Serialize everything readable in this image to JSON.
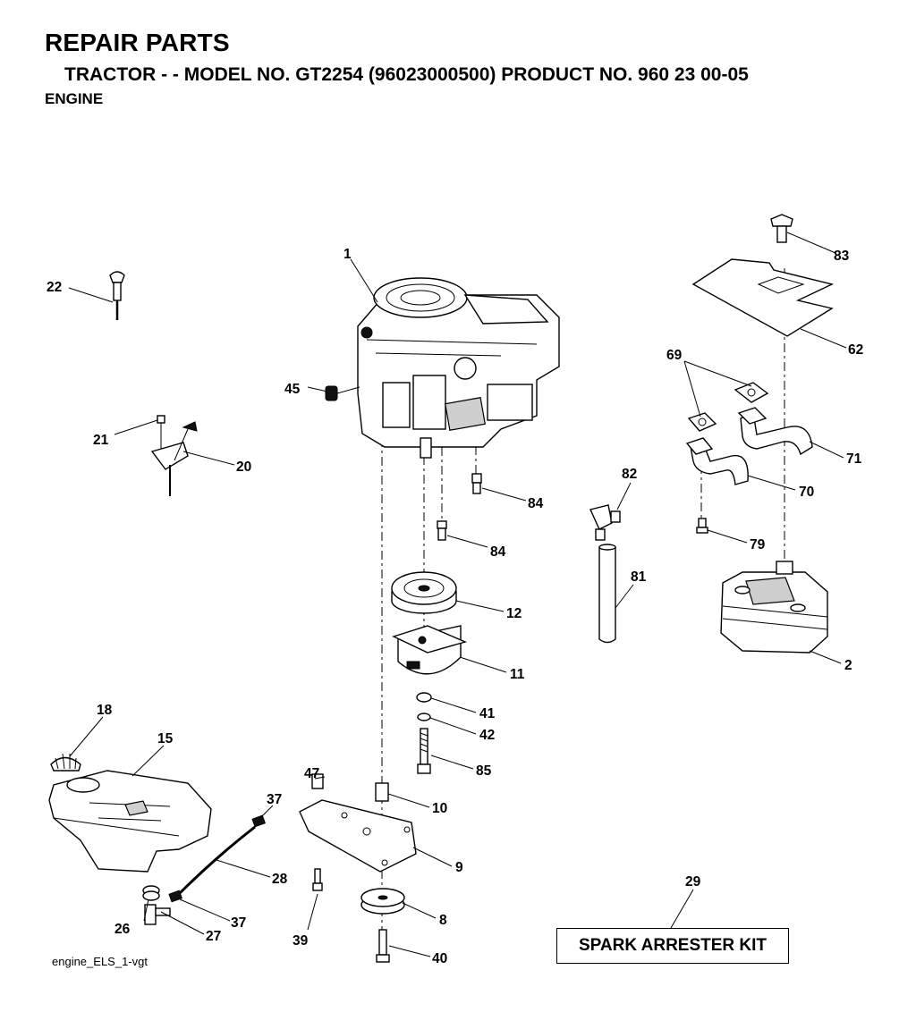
{
  "header": {
    "title": "REPAIR PARTS",
    "subtitle": "TRACTOR - - MODEL NO. GT2254 (96023000500) PRODUCT NO. 960 23 00-05",
    "section": "ENGINE"
  },
  "callouts": {
    "c1": "1",
    "c2": "2",
    "c8": "8",
    "c9": "9",
    "c10": "10",
    "c11": "11",
    "c12": "12",
    "c15": "15",
    "c18": "18",
    "c20": "20",
    "c21": "21",
    "c22": "22",
    "c26": "26",
    "c27": "27",
    "c28": "28",
    "c29": "29",
    "c37a": "37",
    "c37b": "37",
    "c39": "39",
    "c40": "40",
    "c41": "41",
    "c42": "42",
    "c45": "45",
    "c47": "47",
    "c62": "62",
    "c69": "69",
    "c70": "70",
    "c71": "71",
    "c79": "79",
    "c81": "81",
    "c82": "82",
    "c83": "83",
    "c84a": "84",
    "c84b": "84",
    "c85": "85"
  },
  "kit": {
    "label": "SPARK ARRESTER KIT"
  },
  "footer": {
    "file_ref": "engine_ELS_1-vgt"
  }
}
